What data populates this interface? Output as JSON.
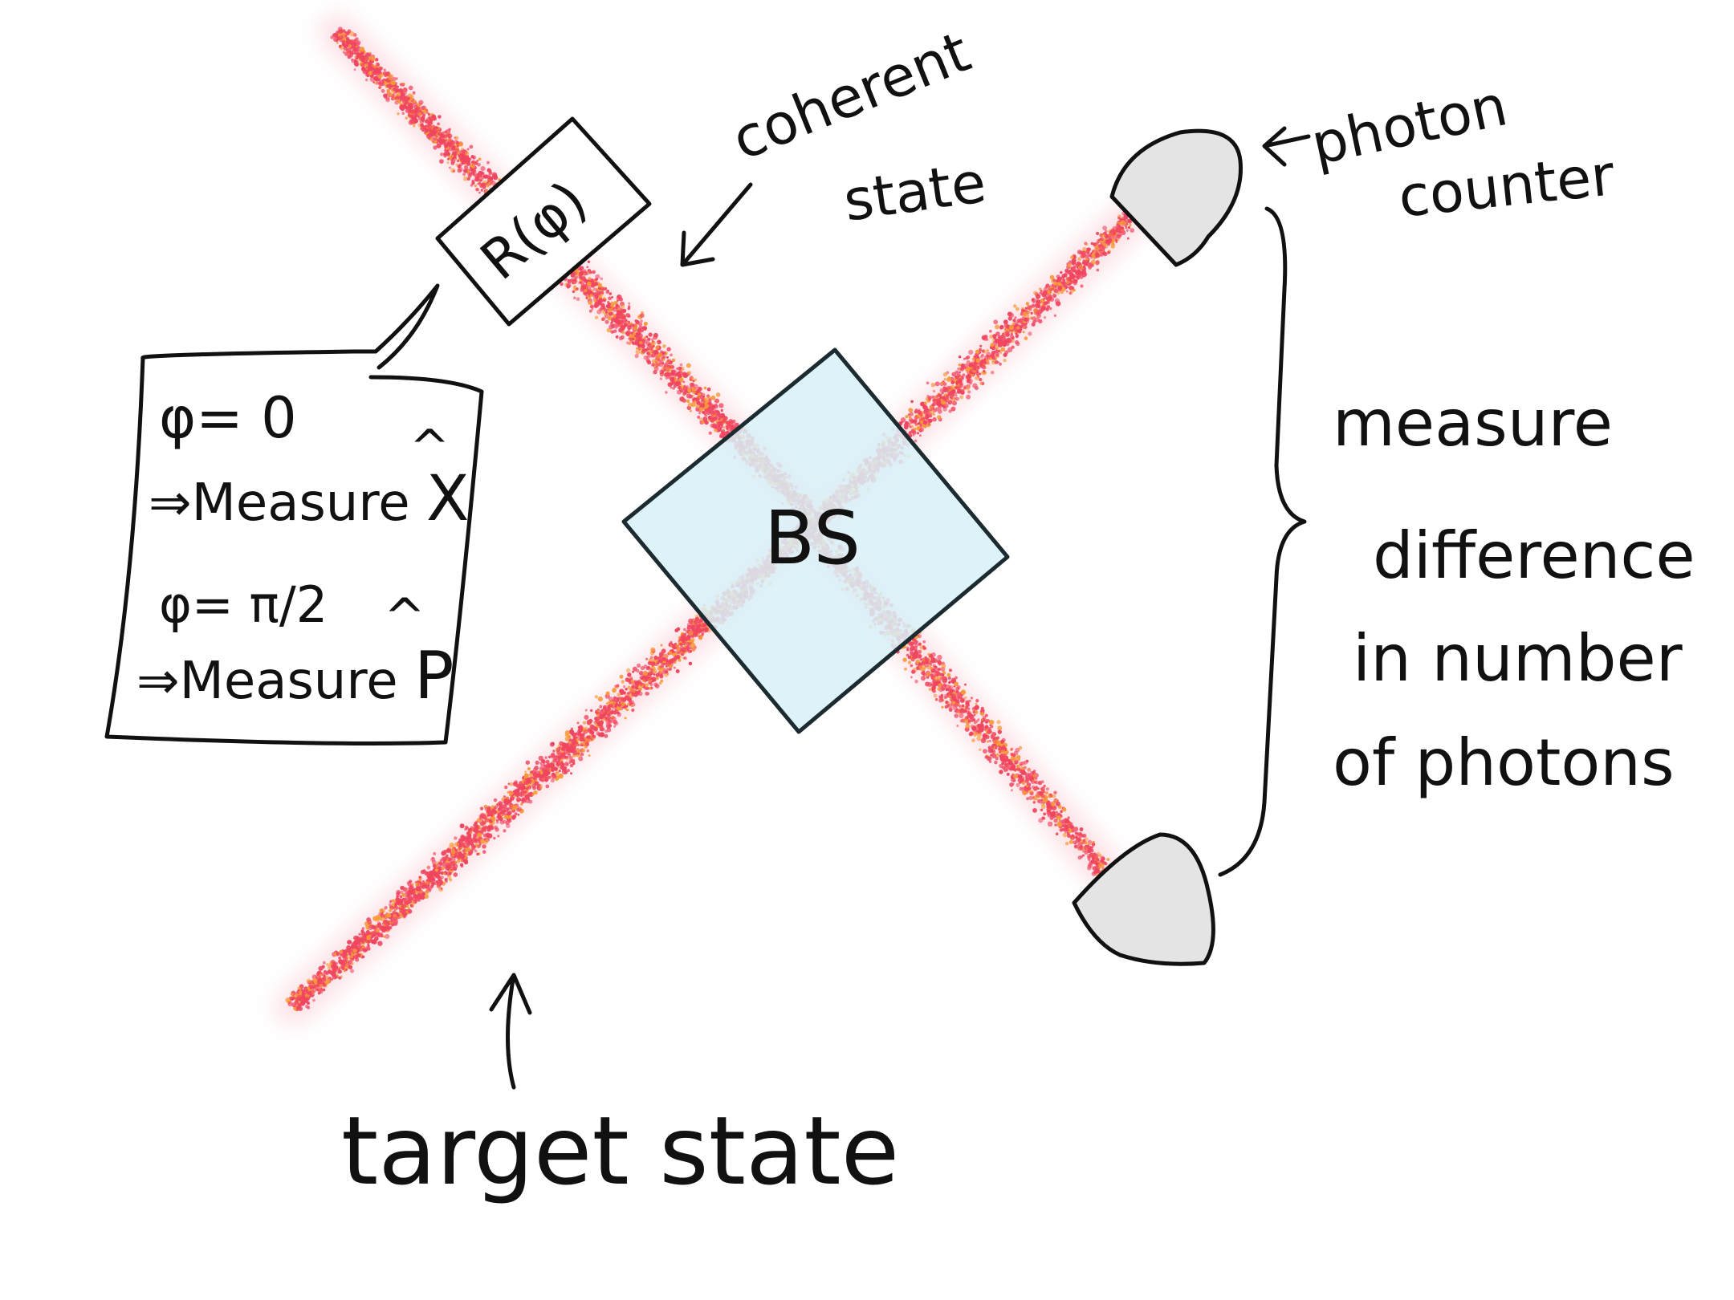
{
  "labels": {
    "coherent_state": [
      "coherent",
      "state"
    ],
    "photon_counter": [
      "photon",
      "counter"
    ],
    "rotation": "R(φ)",
    "beam_splitter": "BS",
    "target_state": "target state",
    "measure_difference": [
      "measure",
      "difference",
      "in number",
      "of photons"
    ]
  },
  "callout": {
    "line1": "φ= 0",
    "line2_prefix": "⇒Measure ",
    "line2_op": "X",
    "line2_hat": "^",
    "line3": "φ= π/2",
    "line4_prefix": "⇒Measure ",
    "line4_op": "P",
    "line4_hat": "^"
  },
  "colors": {
    "ink": "#111111",
    "beam_red": "#f0455f",
    "beam_orange": "#f79a3a",
    "beam_glow": "#f7a7b4",
    "beam_splitter_fill": "#d8f1f8",
    "detector_fill": "#e4e4e4"
  }
}
